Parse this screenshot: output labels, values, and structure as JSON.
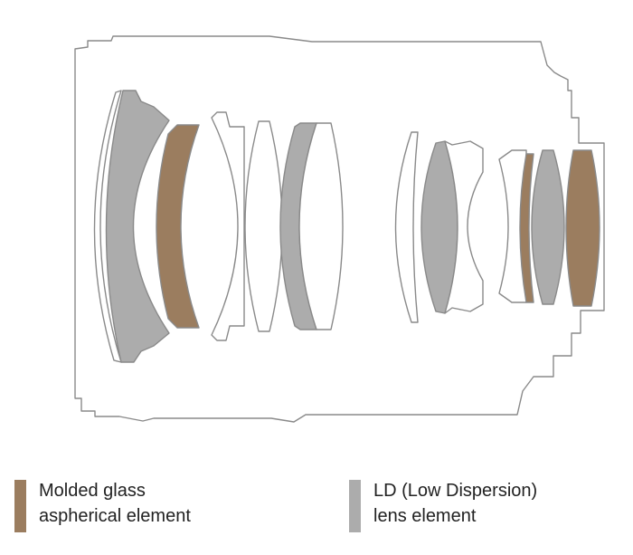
{
  "colors": {
    "aspherical": "#9b7d5f",
    "ld": "#acacac",
    "plain": "#ffffff",
    "outline": "#8a8a8a"
  },
  "legend": {
    "aspherical_line1": "Molded glass",
    "aspherical_line2": "aspherical element",
    "ld_line1": "LD (Low Dispersion)",
    "ld_line2": "lens element"
  },
  "elements": [
    {
      "name": "lens-element-1",
      "kind": "plain"
    },
    {
      "name": "lens-element-2",
      "kind": "ld"
    },
    {
      "name": "lens-element-3",
      "kind": "aspherical"
    },
    {
      "name": "lens-element-4",
      "kind": "plain"
    },
    {
      "name": "lens-element-5",
      "kind": "plain"
    },
    {
      "name": "lens-element-6",
      "kind": "ld"
    },
    {
      "name": "lens-element-7",
      "kind": "plain"
    },
    {
      "name": "lens-element-8",
      "kind": "plain"
    },
    {
      "name": "lens-element-9",
      "kind": "ld"
    },
    {
      "name": "lens-element-10",
      "kind": "plain"
    },
    {
      "name": "lens-element-11",
      "kind": "plain"
    },
    {
      "name": "lens-element-12",
      "kind": "aspherical"
    },
    {
      "name": "lens-element-13",
      "kind": "ld"
    },
    {
      "name": "lens-element-14",
      "kind": "aspherical"
    }
  ]
}
